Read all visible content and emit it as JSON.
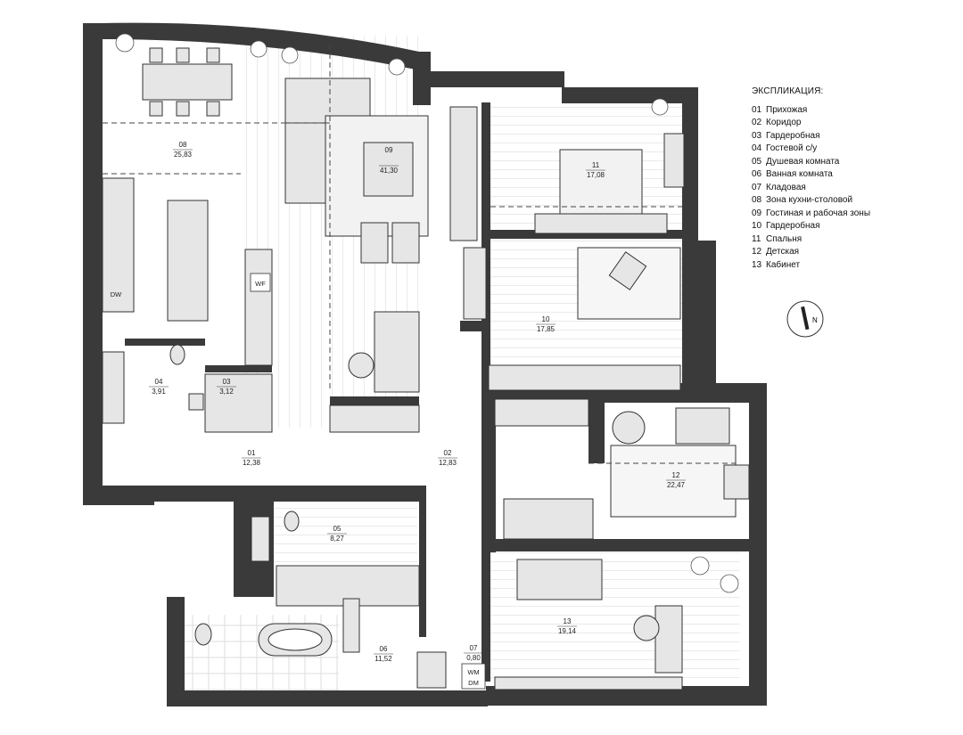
{
  "legend": {
    "title": "ЭКСПЛИКАЦИЯ:",
    "items": [
      {
        "num": "01",
        "name": "Прихожая"
      },
      {
        "num": "02",
        "name": "Коридор"
      },
      {
        "num": "03",
        "name": "Гардеробная"
      },
      {
        "num": "04",
        "name": "Гостевой с/у"
      },
      {
        "num": "05",
        "name": "Душевая комната"
      },
      {
        "num": "06",
        "name": "Ванная комната"
      },
      {
        "num": "07",
        "name": "Кладовая"
      },
      {
        "num": "08",
        "name": "Зона кухни-столовой"
      },
      {
        "num": "09",
        "name": "Гостиная и рабочая зоны"
      },
      {
        "num": "10",
        "name": "Гардеробная"
      },
      {
        "num": "11",
        "name": "Спальня"
      },
      {
        "num": "12",
        "name": "Детская"
      },
      {
        "num": "13",
        "name": "Кабинет"
      }
    ]
  },
  "compass": {
    "label": "N"
  },
  "rooms": [
    {
      "id": "01",
      "area": "12,38"
    },
    {
      "id": "02",
      "area": "12,83"
    },
    {
      "id": "03",
      "area": "3,12"
    },
    {
      "id": "04",
      "area": "3,91"
    },
    {
      "id": "05",
      "area": "8,27"
    },
    {
      "id": "06",
      "area": "11,52"
    },
    {
      "id": "07",
      "area": "0,80"
    },
    {
      "id": "08",
      "area": "25,83"
    },
    {
      "id": "09",
      "area": "41,30"
    },
    {
      "id": "10",
      "area": "17,85"
    },
    {
      "id": "11",
      "area": "17,08"
    },
    {
      "id": "12",
      "area": "22,47"
    },
    {
      "id": "13",
      "area": "19,14"
    }
  ],
  "fixtures": {
    "dw": "DW",
    "wf": "WF",
    "wm": "WM",
    "dm": "DM"
  },
  "colors": {
    "wall": "#3a3a3a",
    "furniture": "#e6e6e6",
    "line": "#333333"
  }
}
